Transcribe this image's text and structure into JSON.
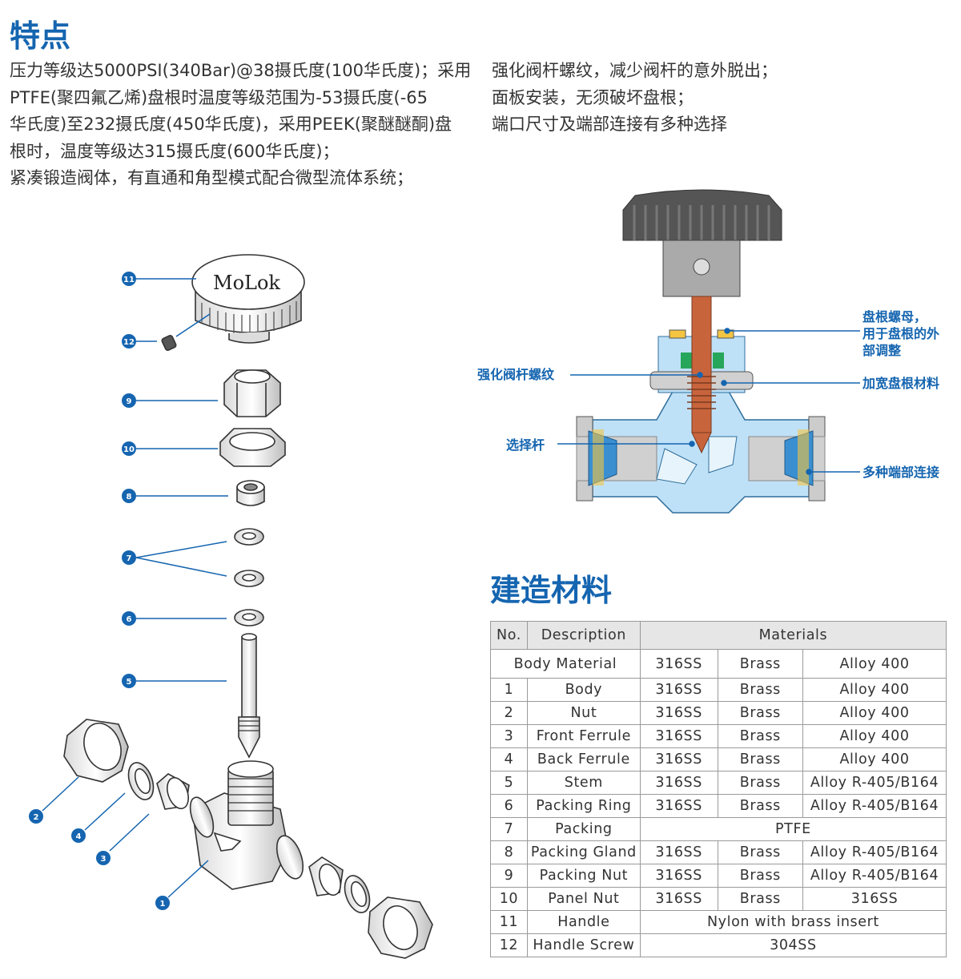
{
  "features": {
    "heading": "特点",
    "left_lines": [
      "压力等级达5000PSI(340Bar)@38摄氏度(100华氏度)；采用",
      "PTFE(聚四氟乙烯)盘根时温度等级范围为-53摄氏度(-65",
      "华氏度)至232摄氏度(450华氏度)，采用PEEK(聚醚醚酮)盘",
      "根时，温度等级达315摄氏度(600华氏度)；",
      "紧凑锻造阀体，有直通和角型模式配合微型流体系统；"
    ],
    "right_lines": [
      "强化阀杆螺纹，减少阀杆的意外脱出；",
      "面板安装，无须破坏盘根；",
      "端口尺寸及端部连接有多种选择"
    ]
  },
  "diagram": {
    "callouts": {
      "stem_thread": "强化阀杆螺纹",
      "selector_stem": "选择杆",
      "packing_nut_line1": "盘根螺母，",
      "packing_nut_line2": "用于盘根的外",
      "packing_nut_line3": "部调整",
      "wide_packing": "加宽盘根材料",
      "end_connections": "多种端部连接"
    }
  },
  "exploded": {
    "brand": "MoLok",
    "labels": [
      "11",
      "12",
      "9",
      "10",
      "8",
      "7",
      "6",
      "5",
      "2",
      "4",
      "3",
      "1"
    ]
  },
  "materials": {
    "heading": "建造材料",
    "header": {
      "no": "No.",
      "description": "Description",
      "materials": "Materials"
    },
    "subheader": {
      "body_material": "Body Material",
      "col1": "316SS",
      "col2": "Brass",
      "col3": "Alloy 400"
    },
    "rows": [
      {
        "no": "1",
        "desc": "Body",
        "m1": "316SS",
        "m2": "Brass",
        "m3": "Alloy 400"
      },
      {
        "no": "2",
        "desc": "Nut",
        "m1": "316SS",
        "m2": "Brass",
        "m3": "Alloy 400"
      },
      {
        "no": "3",
        "desc": "Front Ferrule",
        "m1": "316SS",
        "m2": "Brass",
        "m3": "Alloy 400"
      },
      {
        "no": "4",
        "desc": "Back Ferrule",
        "m1": "316SS",
        "m2": "Brass",
        "m3": "Alloy 400"
      },
      {
        "no": "5",
        "desc": "Stem",
        "m1": "316SS",
        "m2": "Brass",
        "m3": "Alloy R-405/B164"
      },
      {
        "no": "6",
        "desc": "Packing Ring",
        "m1": "316SS",
        "m2": "Brass",
        "m3": "Alloy R-405/B164"
      },
      {
        "no": "7",
        "desc": "Packing",
        "span": "PTFE"
      },
      {
        "no": "8",
        "desc": "Packing Gland",
        "m1": "316SS",
        "m2": "Brass",
        "m3": "Alloy R-405/B164"
      },
      {
        "no": "9",
        "desc": "Packing Nut",
        "m1": "316SS",
        "m2": "Brass",
        "m3": "Alloy R-405/B164"
      },
      {
        "no": "10",
        "desc": "Panel Nut",
        "m1": "316SS",
        "m2": "Brass",
        "m3": "316SS"
      },
      {
        "no": "11",
        "desc": "Handle",
        "span": "Nylon with brass insert"
      },
      {
        "no": "12",
        "desc": "Handle Screw",
        "span": "304SS"
      }
    ]
  },
  "colors": {
    "accent": "#1565b0",
    "copper": "#c8643c",
    "body_blue": "#bfe1f7",
    "handle": "#555555"
  }
}
